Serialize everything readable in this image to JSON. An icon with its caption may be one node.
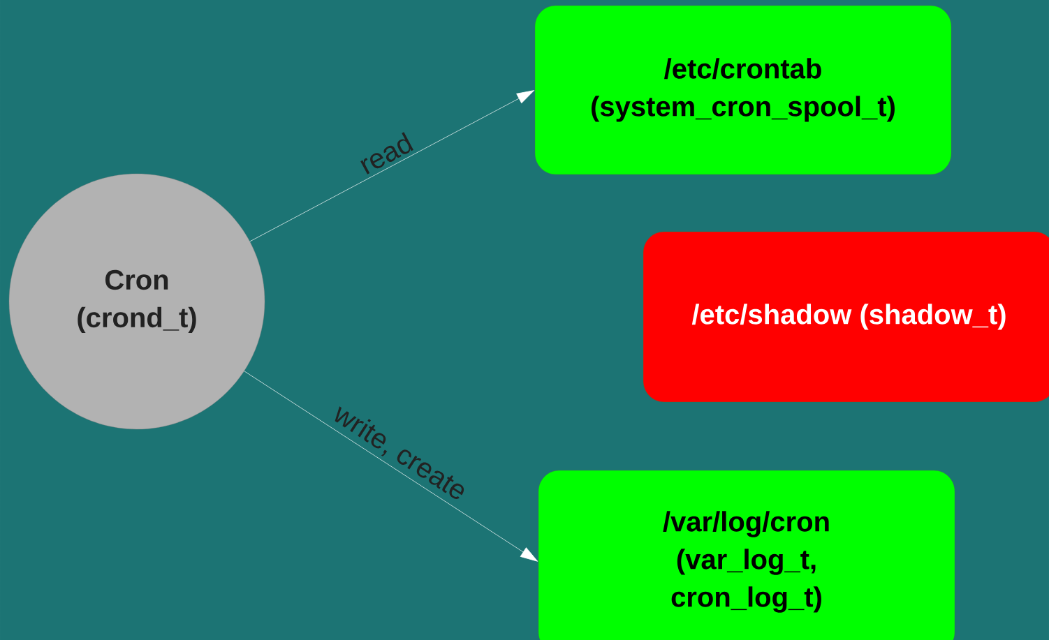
{
  "diagram": {
    "nodes": [
      {
        "text": [
          "Cron (crond_t)"
        ]
      },
      {
        "text": [
          "/etc/crontab (system_cron_spool_t)"
        ]
      },
      {
        "text": [
          "/etc/shadow (shadow_t)"
        ]
      },
      {
        "text": [
          "/var/log/cron (var_log_t, cron_log_t)"
        ]
      }
    ],
    "edges": [
      {
        "from": 0,
        "to": 1,
        "arrow": "to",
        "label": "read"
      },
      {
        "from": 0,
        "to": 3,
        "arrow": "to",
        "label": "write, create"
      }
    ]
  }
}
